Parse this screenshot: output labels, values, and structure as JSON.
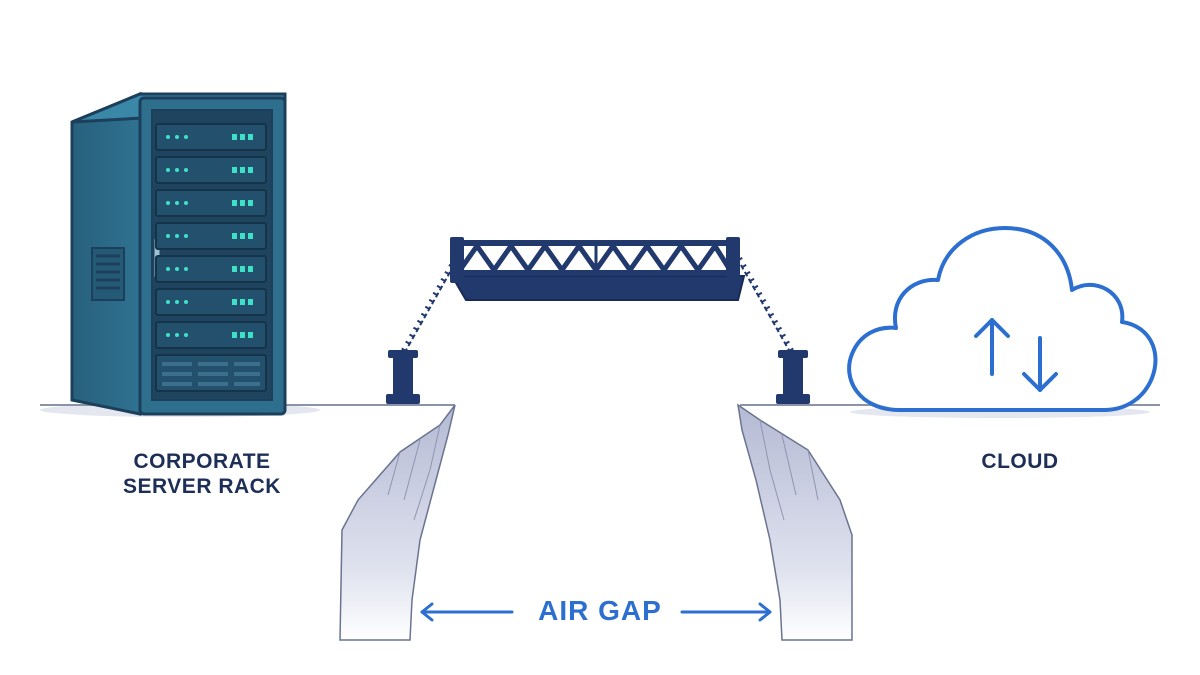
{
  "labels": {
    "server_rack_line1": "CORPORATE",
    "server_rack_line2": "SERVER RACK",
    "cloud": "CLOUD",
    "air_gap": "AIR GAP"
  },
  "icons": {
    "server_rack": "server-rack-icon",
    "bridge": "drawbridge-icon",
    "cloud": "cloud-icon",
    "sync_arrows": "up-down-arrows-icon",
    "gap_arrows": "double-headed-arrow-icon"
  },
  "colors": {
    "navy_text": "#1d2f57",
    "accent_blue": "#2d6fd0",
    "rack_teal": "#2e6f8e",
    "rack_dark": "#1c3f5c",
    "rack_leds": "#3fe0c8",
    "bridge_navy": "#22396e",
    "cliff_gray": "#c8cde0",
    "ground_line": "#8a93a8"
  }
}
